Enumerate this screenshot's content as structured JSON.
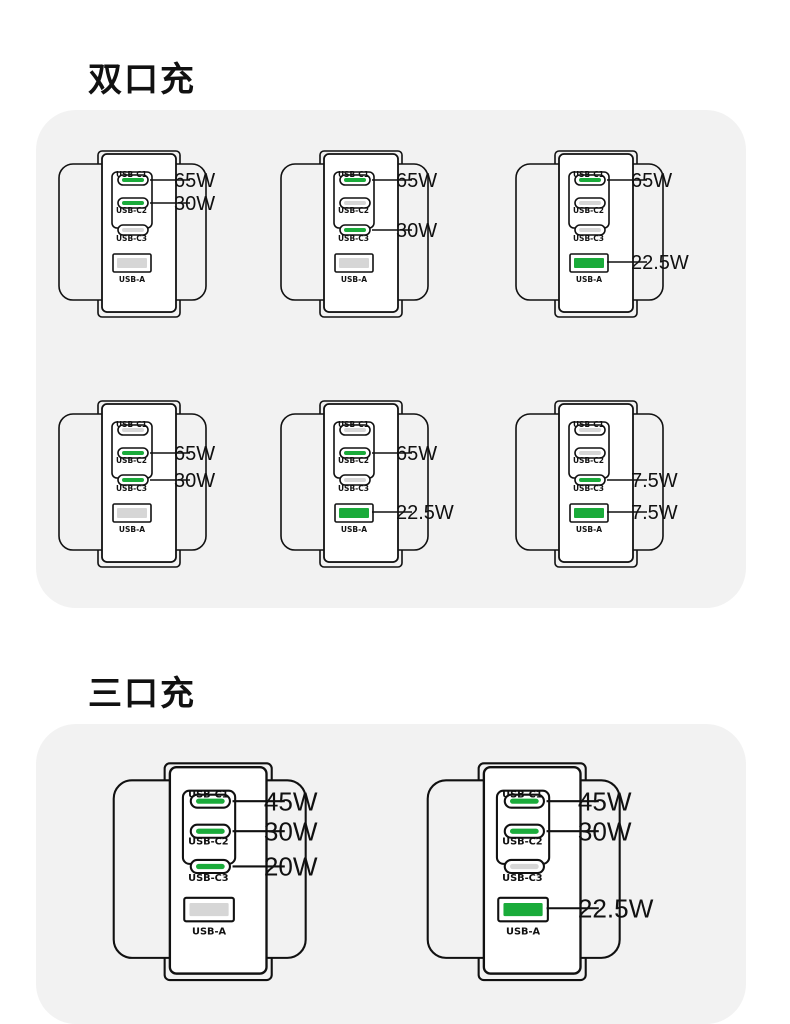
{
  "sections": [
    {
      "title": "双口充",
      "configs": [
        {
          "active": {
            "c1": "65W",
            "c2": "30W"
          }
        },
        {
          "active": {
            "c1": "65W",
            "c3": "30W"
          }
        },
        {
          "active": {
            "c1": "65W",
            "a": "22.5W"
          }
        },
        {
          "active": {
            "c2": "65W",
            "c3": "30W"
          }
        },
        {
          "active": {
            "c2": "65W",
            "a": "22.5W"
          }
        },
        {
          "active": {
            "c3": "7.5W",
            "a": "7.5W"
          }
        }
      ]
    },
    {
      "title": "三口充",
      "configs": [
        {
          "active": {
            "c1": "45W",
            "c2": "30W",
            "c3": "20W"
          }
        },
        {
          "active": {
            "c1": "45W",
            "c2": "30W",
            "a": "22.5W"
          }
        }
      ]
    }
  ],
  "port_labels": {
    "c1": "USB-C1",
    "c2": "USB-C2",
    "c3": "USB-C3",
    "a": "USB-A"
  },
  "colors": {
    "active_port": "#1aab3a",
    "inactive_port": "#d6d6d6",
    "outline": "#111111",
    "panel_bg": "#f2f2f2"
  }
}
